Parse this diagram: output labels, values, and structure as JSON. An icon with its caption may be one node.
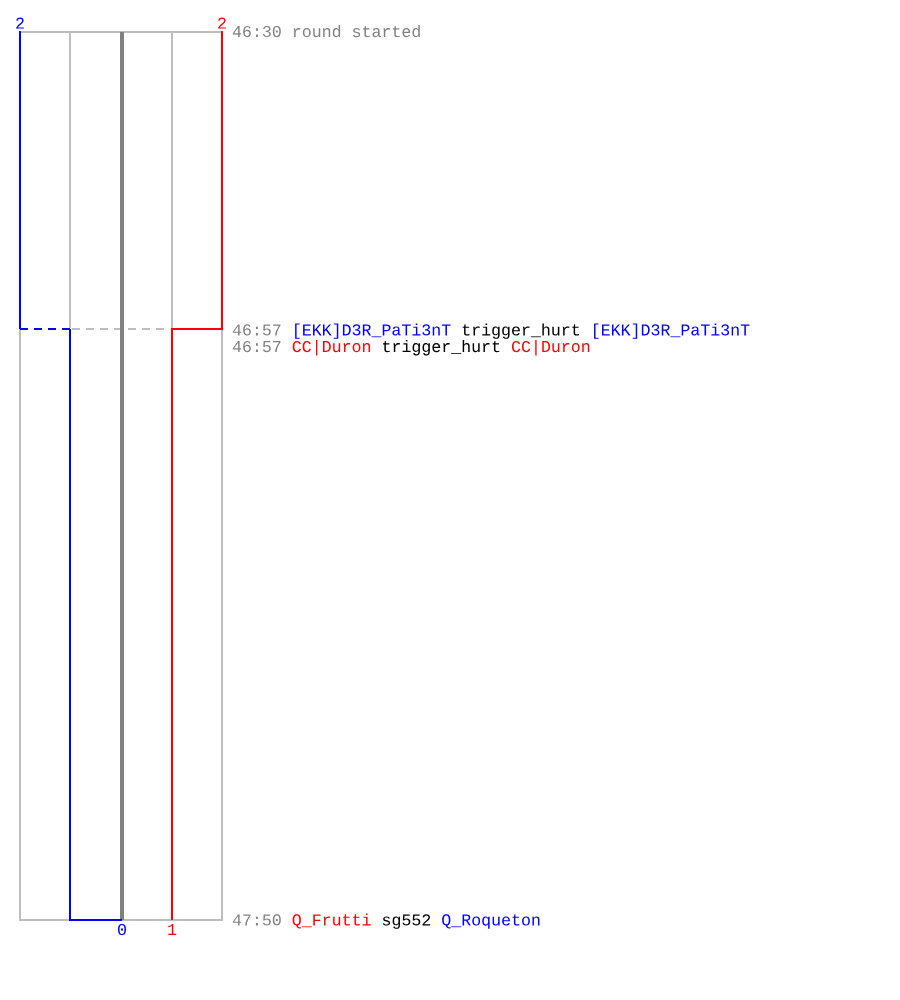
{
  "diagram": {
    "labels": [
      "2",
      "2",
      "46:30",
      "round started",
      "46:57",
      "[EKK]D3R_PaTi3nT",
      "trigger_hurt",
      "[EKK]D3R_PaTi3nT",
      "46:57",
      "CC|Duron",
      "trigger_hurt",
      "CC|Duron",
      "47:50",
      "Q_Frutti",
      "sg552",
      "Q_Roqueton",
      "0",
      "1"
    ]
  }
}
